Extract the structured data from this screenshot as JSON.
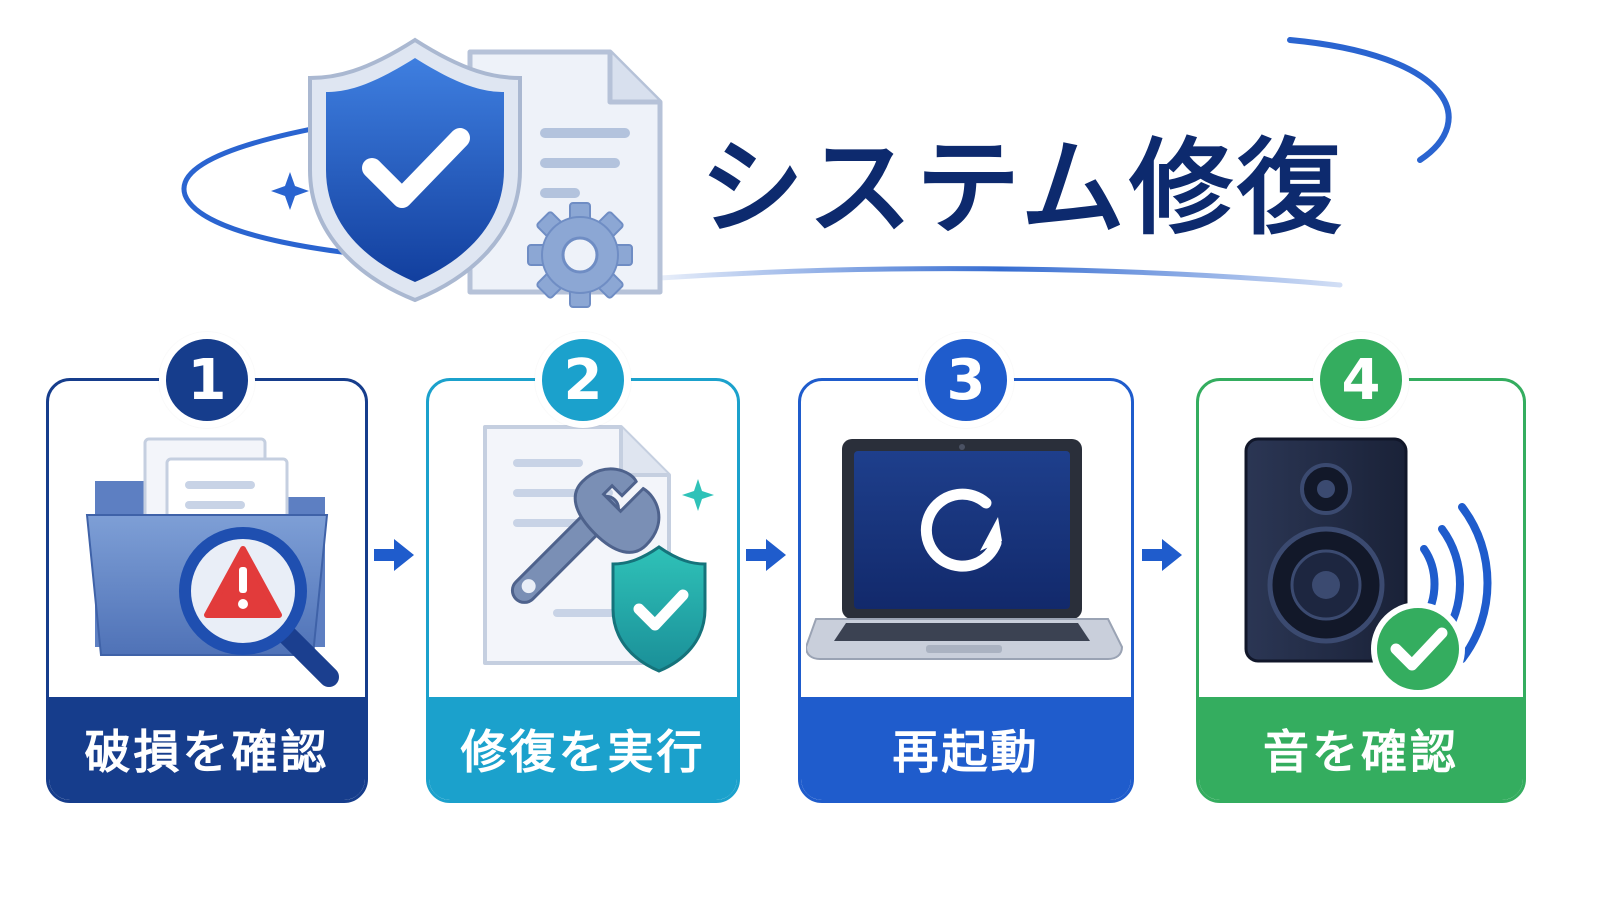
{
  "title": "システム修復",
  "colors": {
    "navy": "#0d2a6e",
    "step1": "#163d8c",
    "step2": "#1ba1cc",
    "step3": "#1f5ccc",
    "step4": "#34ad5f",
    "arrow": "#1f5ccc"
  },
  "steps": [
    {
      "number": "1",
      "label": "破損を確認",
      "icon": "folder-magnifier-warning-icon"
    },
    {
      "number": "2",
      "label": "修復を実行",
      "icon": "document-wrench-shield-icon"
    },
    {
      "number": "3",
      "label": "再起動",
      "icon": "laptop-restart-icon"
    },
    {
      "number": "4",
      "label": "音を確認",
      "icon": "speaker-check-icon"
    }
  ],
  "hero_icon": "shield-document-gear-icon"
}
